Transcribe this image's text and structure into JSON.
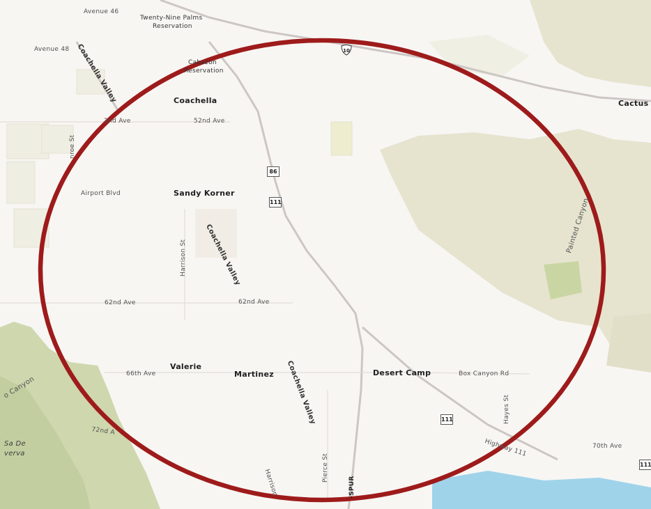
{
  "map": {
    "places": {
      "coachella": "Coachella",
      "sandy_korner": "Sandy Korner",
      "valerie": "Valerie",
      "martinez": "Martinez",
      "desert_camp": "Desert Camp",
      "cactus_city": "Cactus C",
      "twentynine_palms_line1": "Twenty-Nine Palms",
      "twentynine_palms_line2": "Reservation",
      "cabazon_line1": "Cabazon",
      "cabazon_line2": "Reservation",
      "mesa_line1": "Sa De",
      "mesa_line2": "verva"
    },
    "roads": {
      "avenue46": "Avenue 46",
      "avenue48": "Avenue 48",
      "ave52_left": "2nd Ave",
      "ave52_right": "52nd Ave",
      "airport": "Airport Blvd",
      "monroe": "nroe St",
      "harrison": "Harrison St",
      "harrison_south": "Harrison",
      "ave62_left": "62nd Ave",
      "ave62_right": "62nd Ave",
      "ave66": "66th Ave",
      "box_canyon": "Box Canyon Rd",
      "hayes": "Hayes St",
      "highway111": "Highway 111",
      "ave70": "70th Ave",
      "pierce": "Pierce St",
      "spur": "-SPUR",
      "ave72": "72nd A",
      "canyon_left": "o Canyon",
      "painted_canyon": "Painted Canyon",
      "cv_north": "Coachella Valley",
      "cv_middle": "Coachella Valley",
      "cv_south": "Coachella Valley"
    },
    "shields": {
      "i10": "10",
      "sr86": "86",
      "sr111_north": "111",
      "sr111_south": "111",
      "sr111_east": "111"
    }
  },
  "overlay": {
    "circle_color": "#9e1b1b"
  },
  "colors": {
    "background": "#f7f6f3",
    "terrain": "#e6e4cf",
    "green": "#c9d6a3",
    "water": "#9fd3ea",
    "road": "#cdc6c4"
  }
}
